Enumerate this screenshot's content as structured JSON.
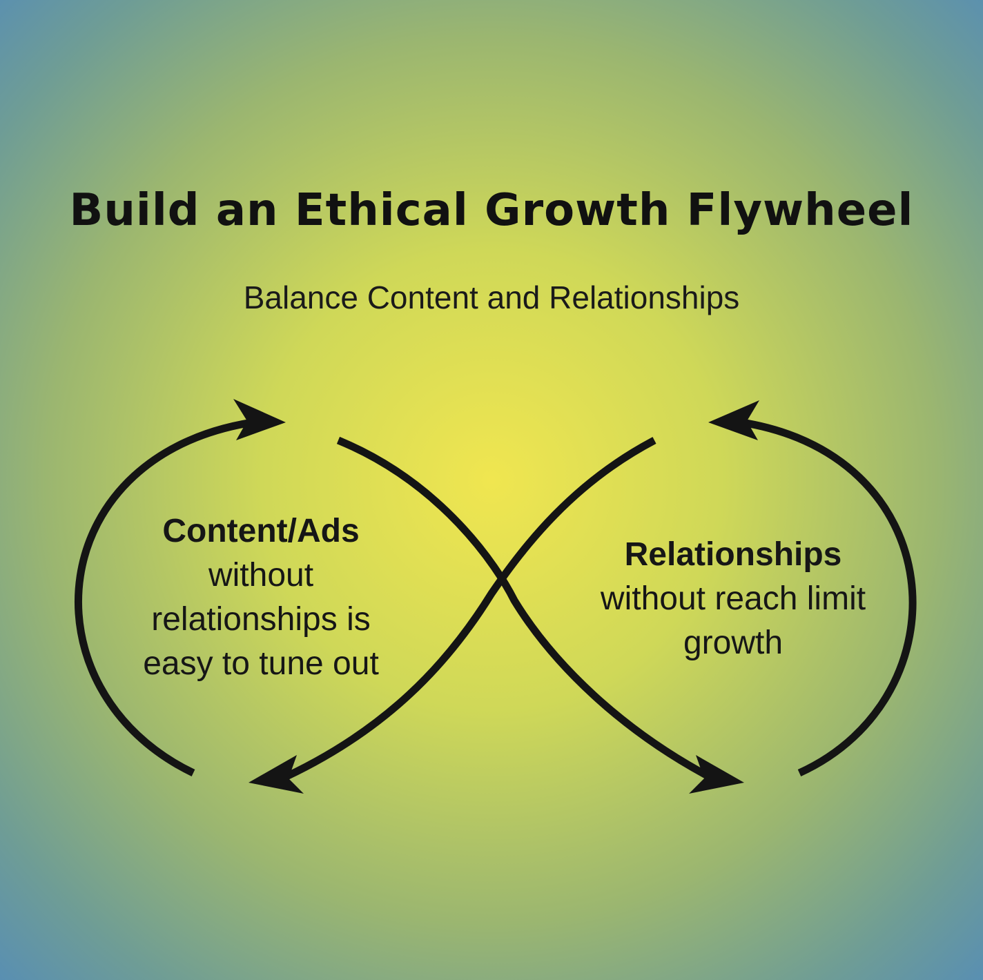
{
  "title": "Build an Ethical Growth Flywheel",
  "subtitle": "Balance Content and Relationships",
  "left_loop": {
    "heading": "Content/Ads",
    "body": "without relationships is easy to tune out"
  },
  "right_loop": {
    "heading": "Relationships",
    "body": "without reach limit growth"
  },
  "colors": {
    "center": "#f0e650",
    "edge": "#4b86c4",
    "stroke": "#141414"
  }
}
